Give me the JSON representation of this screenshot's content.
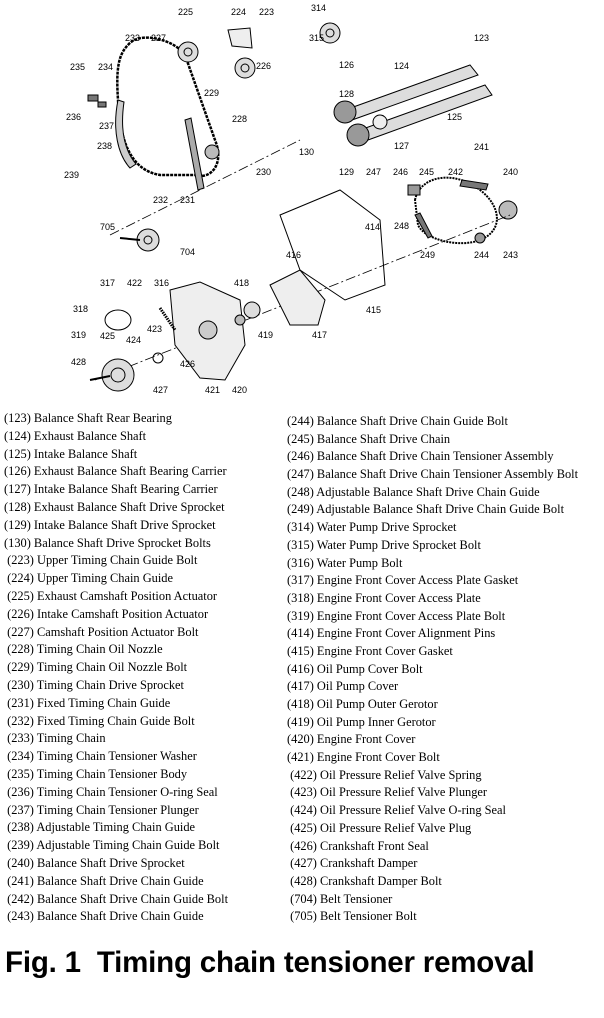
{
  "callouts": {
    "c225": "225",
    "c224": "224",
    "c223": "223",
    "c314": "314",
    "c315": "315",
    "c123": "123",
    "c233": "233",
    "c227": "227",
    "c226": "226",
    "c235": "235",
    "c234": "234",
    "c236": "236",
    "c237": "237",
    "c229": "229",
    "c228": "228",
    "c126": "126",
    "c124": "124",
    "c128": "128",
    "c125": "125",
    "c238": "238",
    "c130": "130",
    "c127": "127",
    "c239": "239",
    "c230": "230",
    "c129": "129",
    "c247": "247",
    "c246": "246",
    "c245": "245",
    "c242": "242",
    "c241": "241",
    "c240": "240",
    "c232": "232",
    "c231": "231",
    "c705": "705",
    "c414": "414",
    "c704": "704",
    "c248": "248",
    "c416": "416",
    "c249": "249",
    "c244": "244",
    "c243": "243",
    "c317": "317",
    "c422": "422",
    "c316": "316",
    "c418": "418",
    "c318": "318",
    "c415": "415",
    "c423": "423",
    "c319": "319",
    "c425": "425",
    "c424": "424",
    "c419": "419",
    "c417": "417",
    "c426": "426",
    "c428": "428",
    "c421": "421",
    "c420": "420",
    "c427": "427"
  },
  "legend_left": [
    "(123) Balance Shaft Rear Bearing",
    "(124) Exhaust Balance Shaft",
    "(125) Intake Balance Shaft",
    "(126) Exhaust Balance Shaft Bearing Carrier",
    "(127) Intake Balance Shaft Bearing Carrier",
    "(128) Exhaust Balance Shaft Drive Sprocket",
    "(129) Intake Balance Shaft Drive Sprocket",
    "(130) Balance Shaft Drive Sprocket Bolts",
    " (223) Upper Timing Chain Guide Bolt",
    " (224) Upper Timing Chain Guide",
    " (225) Exhaust Camshaft Position Actuator",
    " (226) Intake Camshaft Position Actuator",
    " (227) Camshaft Position Actuator Bolt",
    " (228) Timing Chain Oil Nozzle",
    " (229) Timing Chain Oil Nozzle Bolt",
    " (230) Timing Chain Drive Sprocket",
    " (231) Fixed Timing Chain Guide",
    " (232) Fixed Timing Chain Guide Bolt",
    " (233) Timing Chain",
    " (234) Timing Chain Tensioner Washer",
    " (235) Timing Chain Tensioner Body",
    " (236) Timing Chain Tensioner O-ring Seal",
    " (237) Timing Chain Tensioner Plunger",
    " (238) Adjustable Timing Chain Guide",
    " (239) Adjustable Timing Chain Guide Bolt",
    " (240) Balance Shaft Drive Sprocket",
    " (241) Balance Shaft Drive Chain Guide",
    " (242) Balance Shaft Drive Chain Guide Bolt",
    " (243) Balance Shaft Drive Chain Guide"
  ],
  "legend_right": [
    "(244) Balance Shaft Drive Chain Guide Bolt",
    "(245) Balance Shaft Drive Chain",
    "(246) Balance Shaft Drive Chain Tensioner Assembly",
    "(247) Balance Shaft Drive Chain Tensioner Assembly Bolt",
    "(248) Adjustable Balance Shaft Drive Chain Guide",
    "(249) Adjustable Balance Shaft Drive Chain Guide Bolt",
    "(314) Water Pump Drive Sprocket",
    "(315) Water Pump Drive Sprocket Bolt",
    "(316) Water Pump Bolt",
    "(317) Engine Front Cover Access Plate Gasket",
    "(318) Engine Front Cover Access Plate",
    "(319) Engine Front Cover Access Plate Bolt",
    "(414) Engine Front Cover Alignment Pins",
    "(415) Engine Front Cover Gasket",
    "(416) Oil Pump Cover Bolt",
    "(417) Oil Pump Cover",
    "(418) Oil Pump Outer Gerotor",
    "(419) Oil Pump Inner Gerotor",
    "(420) Engine Front Cover",
    "(421) Engine Front Cover Bolt",
    " (422) Oil Pressure Relief Valve Spring",
    " (423) Oil Pressure Relief Valve Plunger",
    " (424) Oil Pressure Relief Valve O-ring Seal",
    " (425) Oil Pressure Relief Valve Plug",
    " (426) Crankshaft Front Seal",
    " (427) Crankshaft Damper",
    " (428) Crankshaft Damper Bolt",
    " (704) Belt Tensioner",
    " (705) Belt Tensioner Bolt"
  ],
  "caption": "Fig. 1  Timing chain tensioner removal"
}
